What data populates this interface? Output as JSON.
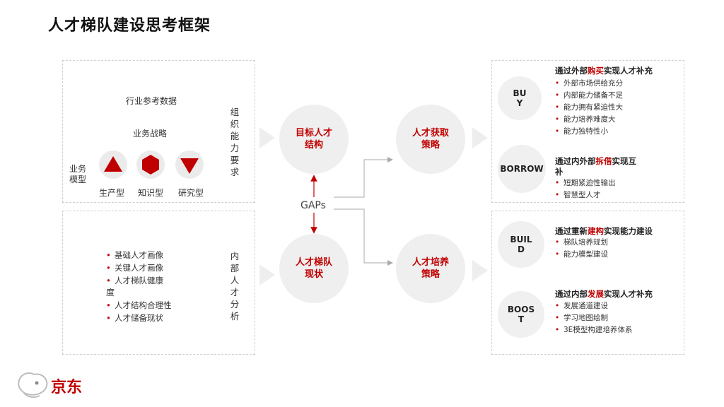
{
  "title": "人才梯队建设思考框架",
  "left_top": {
    "industry_data": "行业参考数据",
    "strategy": "业务战略",
    "business_model_label": "业务模型",
    "types": [
      "生产型",
      "知识型",
      "研究型"
    ],
    "vertical_label": "组织能力要求"
  },
  "left_bottom": {
    "items": [
      "基础人才画像",
      "关键人才画像",
      "人才梯队健康",
      "度",
      "人才结构合理性",
      "人才储备现状"
    ],
    "vertical_label": "内部人才分析"
  },
  "center": {
    "target": "目标人才\n结构",
    "current": "人才梯队\n现状",
    "gaps": "GAPs",
    "acquire": "人才获取\n策略",
    "develop": "人才培养\n策略"
  },
  "right_top": {
    "buy": {
      "label": "BU\nY",
      "head_pre": "通过外部",
      "head_hl": "购买",
      "head_post": "实现人才补充",
      "items": [
        "外部市场供给充分",
        "内部能力储备不足",
        "能力拥有紧迫性大",
        "能力培养难度大",
        "能力独特性小"
      ]
    },
    "borrow": {
      "label": "BORROW",
      "head_pre": "通过内外部",
      "head_hl": "拆借",
      "head_post": "实现互",
      "head_line2": "补",
      "items": [
        "短期紧迫性输出",
        "智慧型人才"
      ]
    }
  },
  "right_bottom": {
    "build": {
      "label": "BUIL\nD",
      "head_pre": "通过重新",
      "head_hl": "建构",
      "head_post": "实现能力建设",
      "items": [
        "梯队培养规划",
        "能力模型建设"
      ]
    },
    "boost": {
      "label": "BOOS\nT",
      "head_pre": "通过内部",
      "head_hl": "发展",
      "head_post": "实现人才补充",
      "items": [
        "发展通道建设",
        "学习地图绘制",
        "3E模型构建培养体系"
      ]
    }
  },
  "logo": {
    "text": "京东"
  },
  "colors": {
    "accent": "#c00000",
    "circle_bg": "#efefef",
    "border": "#cfcfcf"
  }
}
